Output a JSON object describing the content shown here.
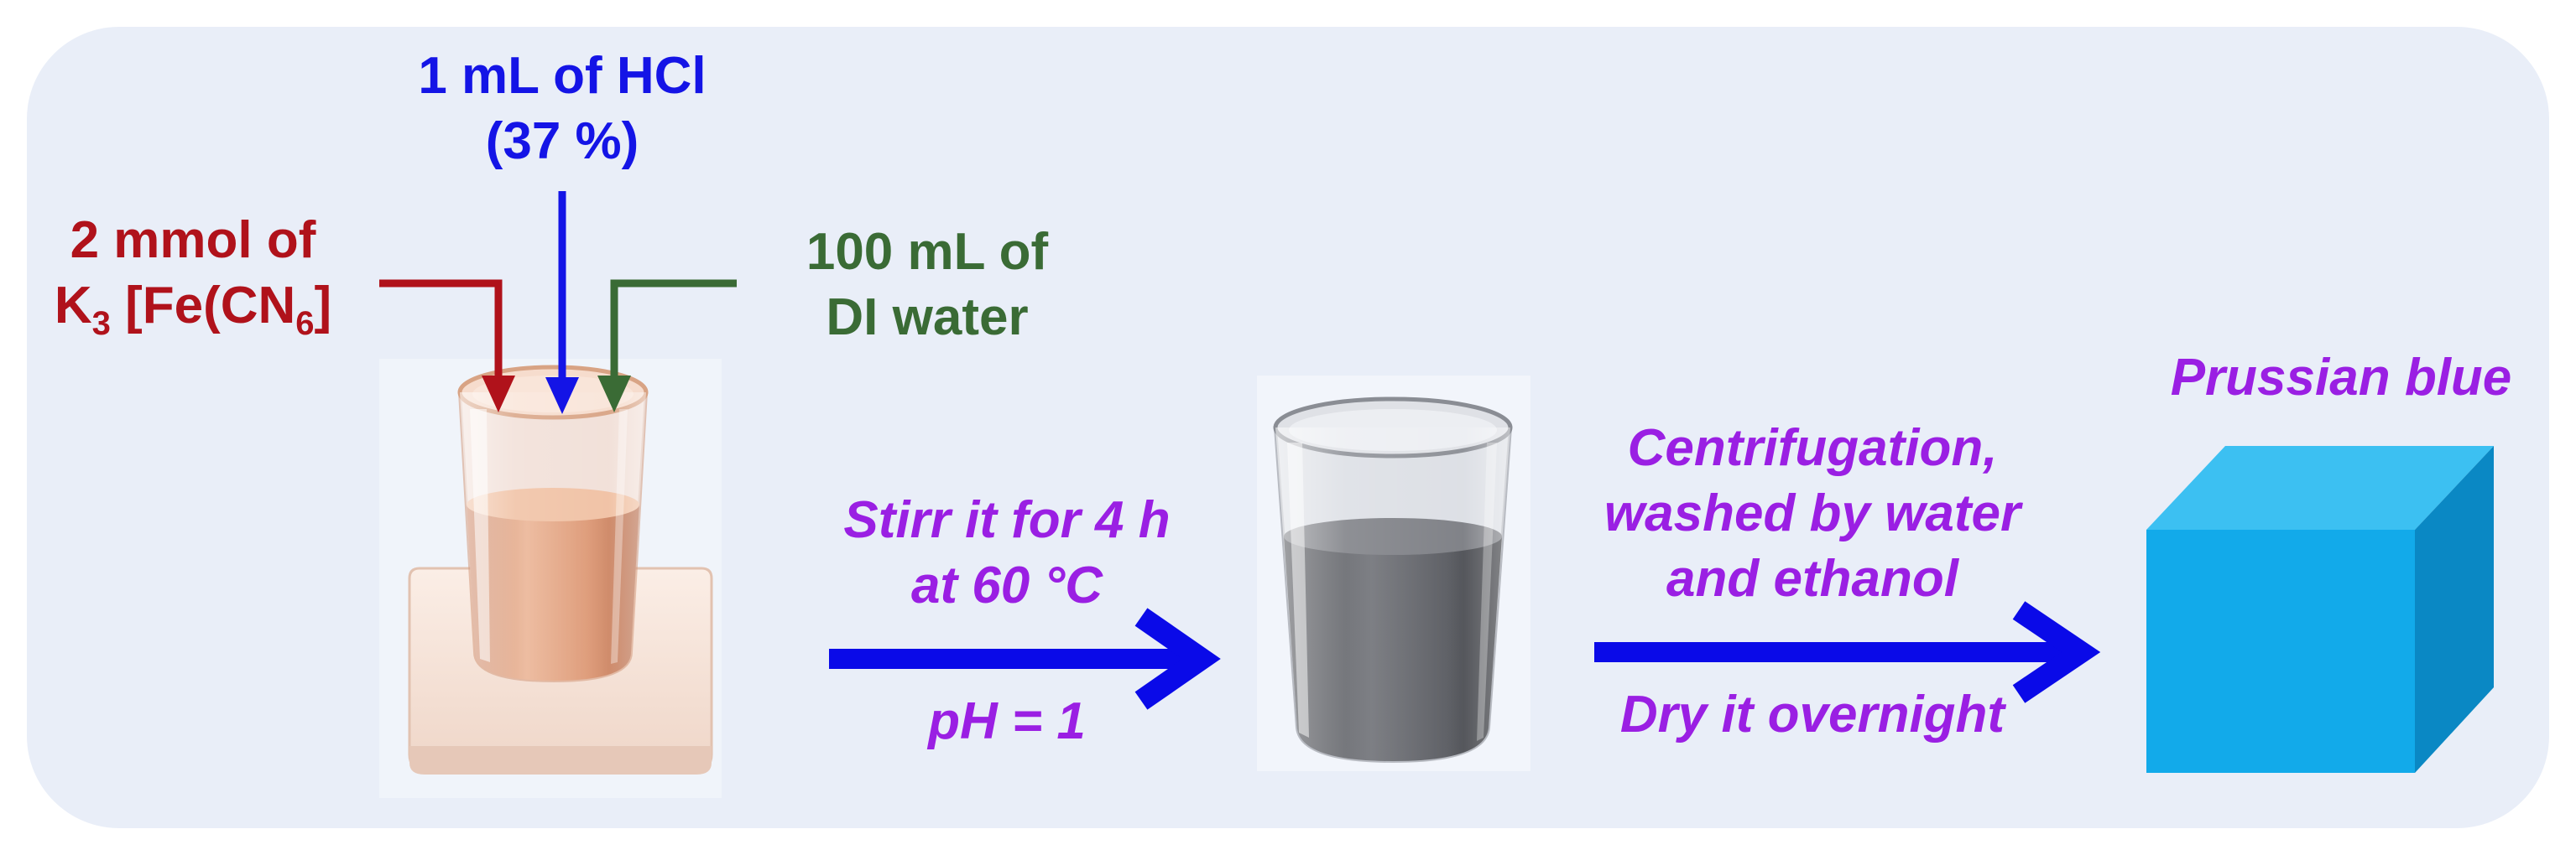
{
  "reagents": {
    "ferricyanide": {
      "line1": "2 mmol of",
      "k": "K",
      "k_sub": "3",
      "mid": " [Fe(CN",
      "cn_sub": "6",
      "end": "]"
    },
    "hcl": {
      "line1": "1 mL of HCl",
      "line2": "(37 %)"
    },
    "water": {
      "line1": "100 mL of",
      "line2": "DI water"
    }
  },
  "step1": {
    "line1": "Stirr it for 4 h",
    "line2": "at 60 °C",
    "below": "pH = 1"
  },
  "step2": {
    "line1": "Centrifugation,",
    "line2": "washed by water",
    "line3": "and ethanol",
    "below": "Dry it overnight"
  },
  "product": {
    "label": "Prussian blue"
  },
  "colors": {
    "ferricyanide": "#b0121b",
    "hcl": "#1414e6",
    "water": "#3a6b35",
    "process_text": "#9a1fe3",
    "process_arrow": "#0a0ae8",
    "cube_front": "#12aaea",
    "cube_top": "#3cc0f2",
    "cube_side": "#0a88c4",
    "solution_orange": "#e4a07c",
    "solution_dark": "#5a5c62"
  }
}
